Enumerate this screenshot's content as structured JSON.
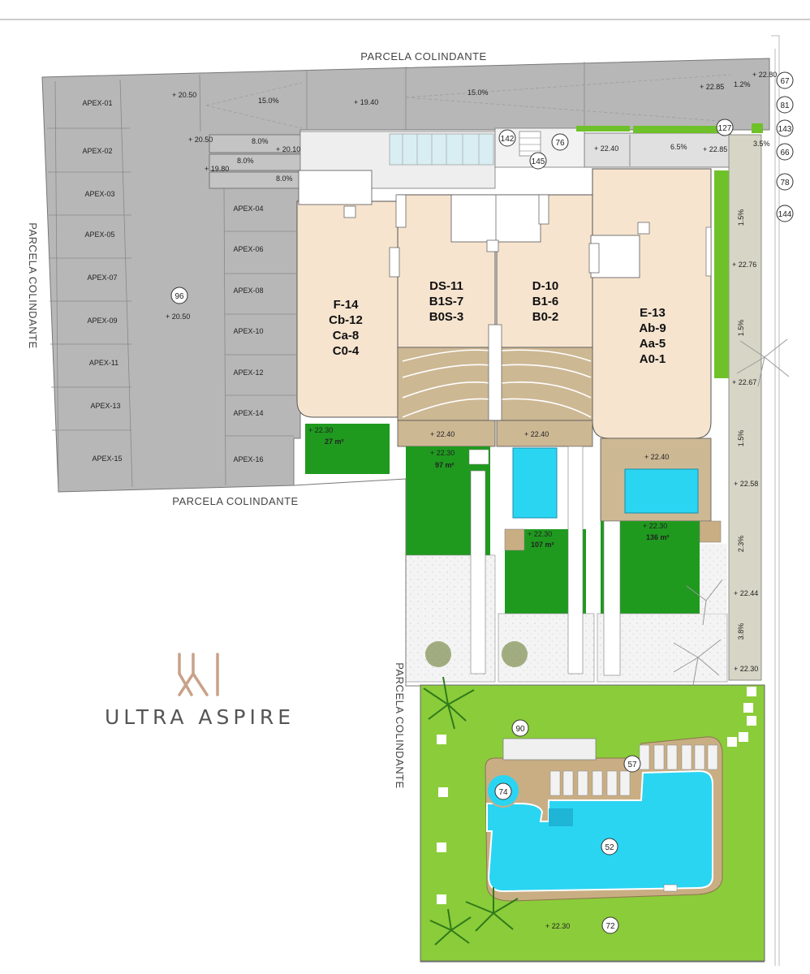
{
  "labels": {
    "neighbor_top": "PARCELA COLINDANTE",
    "neighbor_left": "PARCELA COLINDANTE",
    "neighbor_bottom": "PARCELA COLINDANTE",
    "neighbor_right": "PARCELA COLINDANTE"
  },
  "brand": {
    "name": "ULTRA ASPIRE",
    "accent": "#c9a189"
  },
  "parking_left": [
    "APEX-01",
    "APEX-02",
    "APEX-03",
    "APEX-05",
    "APEX-07",
    "APEX-09",
    "APEX-11",
    "APEX-13",
    "APEX-15"
  ],
  "parking_right": [
    "APEX-04",
    "APEX-06",
    "APEX-08",
    "APEX-10",
    "APEX-12",
    "APEX-14",
    "APEX-16"
  ],
  "units": {
    "f": {
      "l1": "F-14",
      "l2": "Cb-12",
      "l3": "Ca-8",
      "l4": "C0-4"
    },
    "ds": {
      "l1": "DS-11",
      "l2": "B1S-7",
      "l3": "B0S-3"
    },
    "d": {
      "l1": "D-10",
      "l2": "B1-6",
      "l3": "B0-2"
    },
    "e": {
      "l1": "E-13",
      "l2": "Ab-9",
      "l3": "Aa-5",
      "l4": "A0-1"
    }
  },
  "gardens": {
    "g1": "27 m²",
    "g2": "97 m²",
    "g3": "107 m²",
    "g4": "136 m²"
  },
  "levels": {
    "l2050a": "+ 20.50",
    "l1940": "+ 19.40",
    "l2050b": "+ 20.50",
    "l2010": "+ 20.10",
    "l1980": "+ 19.80",
    "l2050c": "+ 20.50",
    "l2285a": "+ 22.85",
    "l2280": "+ 22.80",
    "l2240a": "+ 22.40",
    "l2285b": "+ 22.85",
    "l2276": "+ 22.76",
    "l2267": "+ 22.67",
    "l2258": "+ 22.58",
    "l2244": "+ 22.44",
    "l2230r": "+ 22.30",
    "l2230f": "+ 22.30",
    "l2230g2": "+ 22.30",
    "l2240b": "+ 22.40",
    "l2240c": "+ 22.40",
    "l2240d": "+ 22.40",
    "l2230g3": "+ 22.30",
    "l2230g4": "+ 22.30",
    "l2230p": "+ 22.30"
  },
  "slopes": {
    "s150a": "15.0%",
    "s150b": "15.0%",
    "s12": "1.2%",
    "s80a": "8.0%",
    "s80b": "8.0%",
    "s80c": "8.0%",
    "s65": "6.5%",
    "s35": "3.5%",
    "s15a": "1.5%",
    "s15b": "1.5%",
    "s15c": "1.5%",
    "s23": "2.3%",
    "s38": "3.8%"
  },
  "tags": {
    "t67": "67",
    "t81": "81",
    "t143": "143",
    "t66": "66",
    "t78": "78",
    "t144": "144",
    "t142": "142",
    "t76": "76",
    "t145": "145",
    "t127": "127",
    "t96": "96",
    "t90": "90",
    "t57": "57",
    "t74": "74",
    "t52": "52",
    "t72": "72"
  },
  "colors": {
    "paving": "#b7b7b7",
    "building": "#f6e4cf",
    "terrace": "#cdb894",
    "lawn": "#1f9a1f",
    "communal_lawn": "#8bcc3a",
    "pool": "#2ad5f2",
    "sand": "#c9ae84"
  }
}
